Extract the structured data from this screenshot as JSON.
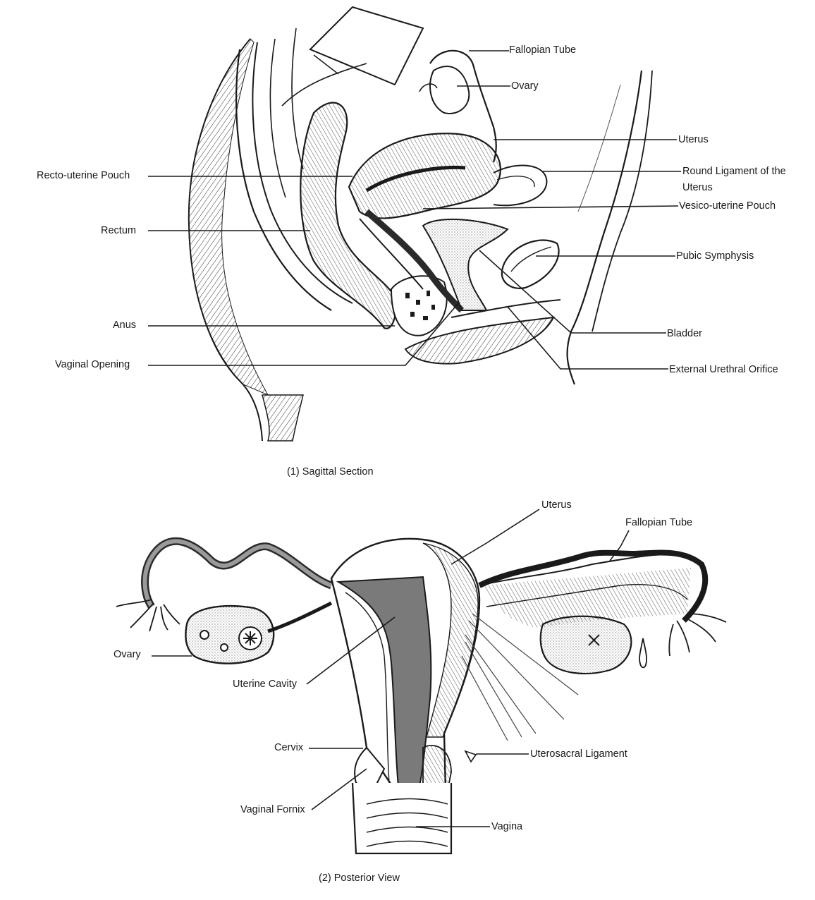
{
  "sagittal": {
    "caption": "(1) Sagittal Section",
    "labels": {
      "fallopian_tube": "Fallopian Tube",
      "ovary": "Ovary",
      "uterus": "Uterus",
      "round_ligament_line1": "Round Ligament of the",
      "round_ligament_line2": "Uterus",
      "vesico_uterine_pouch": "Vesico-uterine Pouch",
      "pubic_symphysis": "Pubic Symphysis",
      "bladder": "Bladder",
      "external_urethral_orifice": "External Urethral Orifice",
      "recto_uterine_pouch": "Recto-uterine Pouch",
      "rectum": "Rectum",
      "anus": "Anus",
      "vaginal_opening": "Vaginal Opening"
    }
  },
  "posterior": {
    "caption": "(2) Posterior View",
    "labels": {
      "uterus": "Uterus",
      "fallopian_tube": "Fallopian Tube",
      "ovary": "Ovary",
      "uterine_cavity": "Uterine Cavity",
      "cervix": "Cervix",
      "uterosacral_ligament": "Uterosacral Ligament",
      "vaginal_fornix": "Vaginal Fornix",
      "vagina": "Vagina"
    }
  },
  "colors": {
    "ink": "#1a1a1a",
    "cavity": "#7a7a7a",
    "paper": "#ffffff"
  }
}
